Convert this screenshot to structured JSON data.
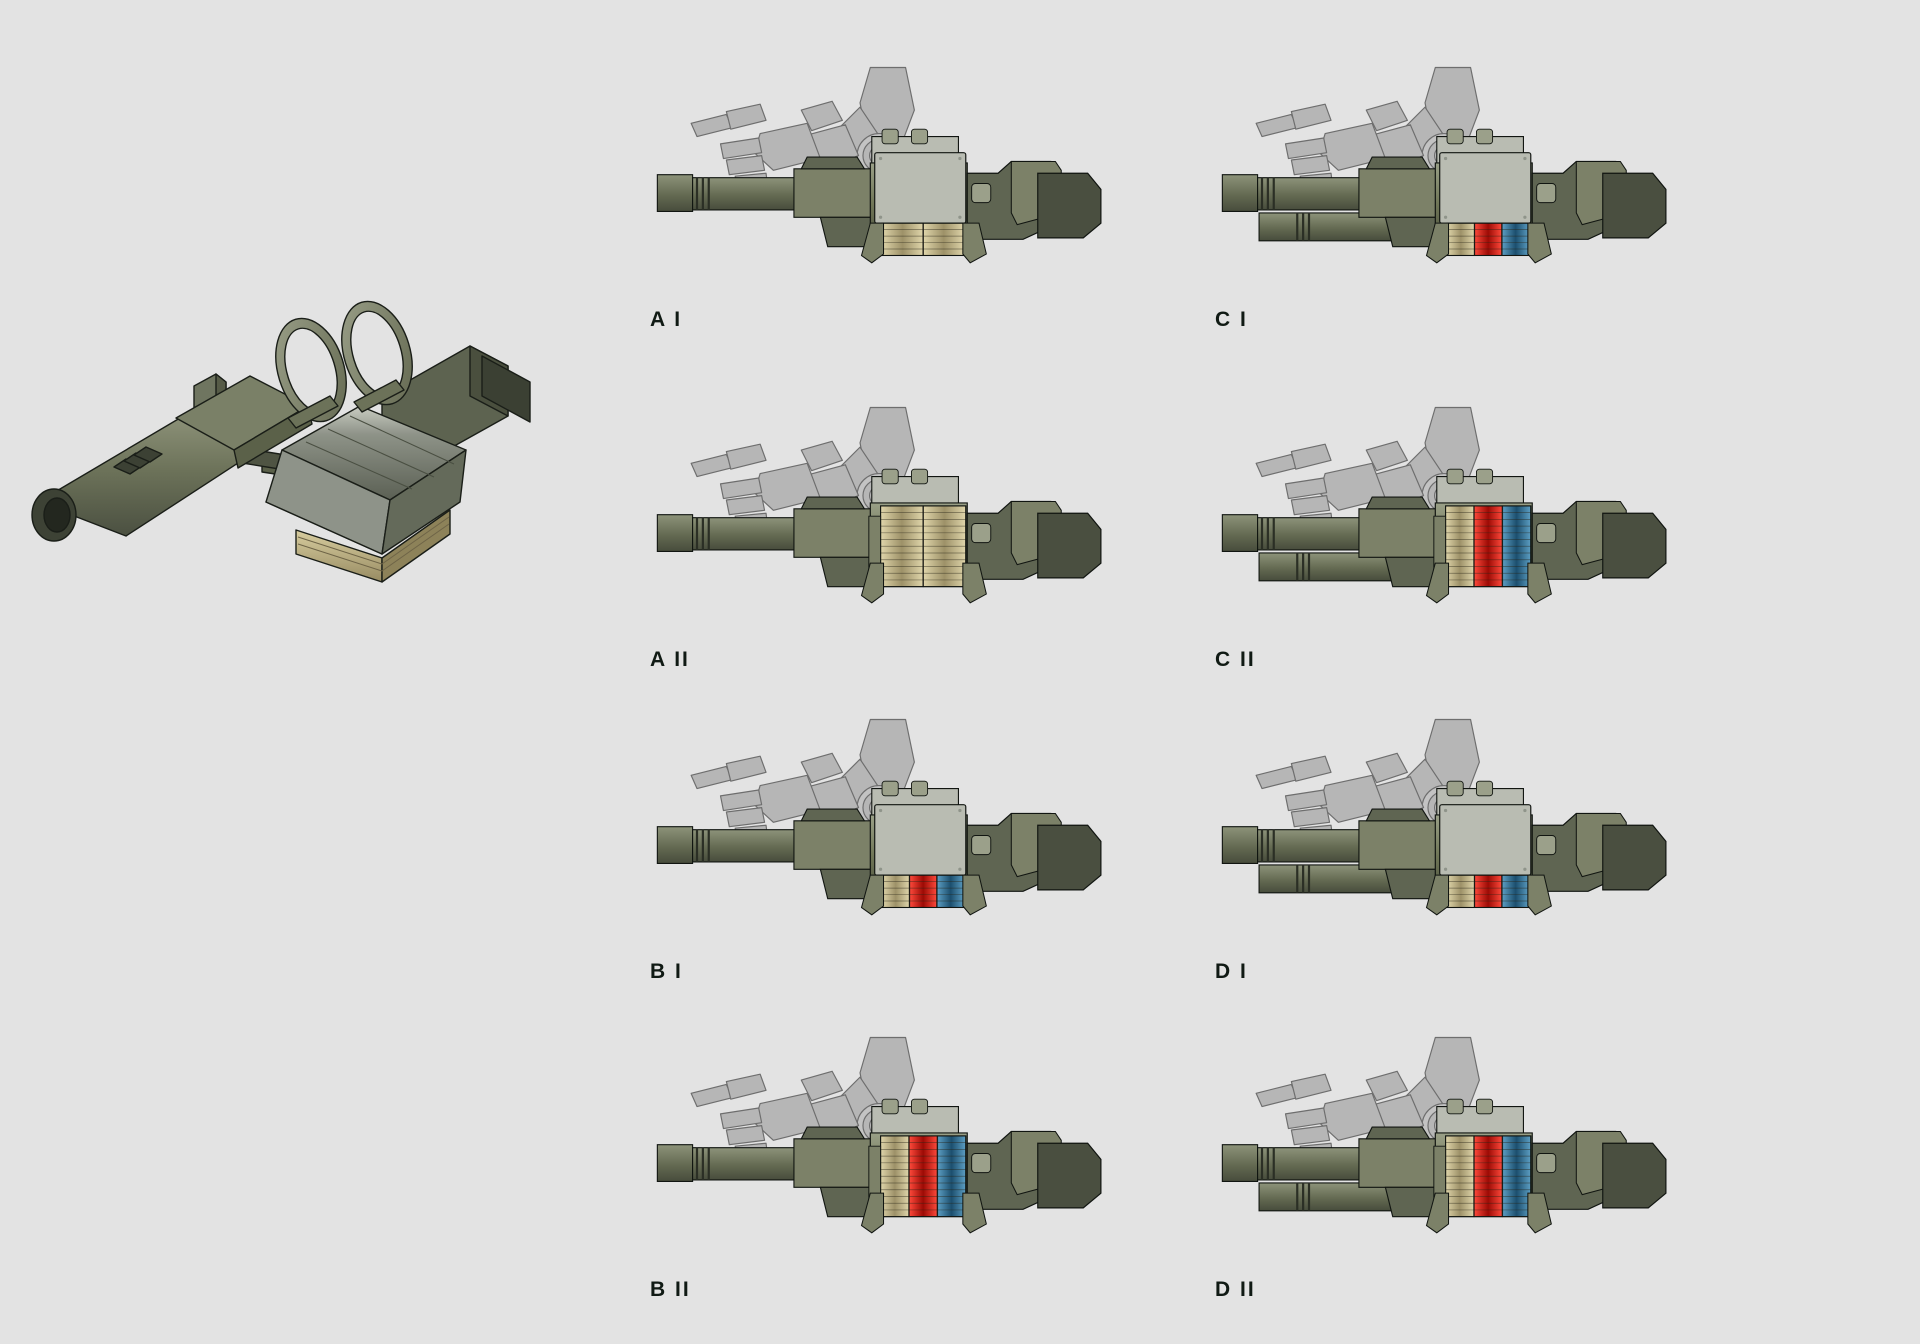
{
  "sheet": {
    "background_color": "#e3e3e3",
    "title_visible": false
  },
  "palette": {
    "olive_dark": "#4e5345",
    "olive_mid": "#5f6552",
    "olive_light": "#7c8168",
    "olive_pale": "#9ba08a",
    "body_light": "#aab09a",
    "panel_grey": "#b9bcb2",
    "arm_grey": "#b6b6b6",
    "arm_outline": "#6e6e6e",
    "ammo_tan": "#cbbf92",
    "ammo_tan_dark": "#9c9068",
    "ammo_red": "#d41c13",
    "ammo_blue": "#2f6f94",
    "outline": "#111511"
  },
  "hero": {
    "name": "hero-weapon-render",
    "description_visible": false
  },
  "variants": [
    {
      "id": "A-I",
      "label": "A I",
      "column": "left",
      "row": 0,
      "barrel": "single",
      "magazine": "compact",
      "cover_panel": true,
      "ammo_stripes": [
        "tan",
        "tan"
      ]
    },
    {
      "id": "A-II",
      "label": "A II",
      "column": "left",
      "row": 1,
      "barrel": "single",
      "magazine": "extended",
      "cover_panel": false,
      "ammo_stripes": [
        "tan",
        "tan"
      ]
    },
    {
      "id": "B-I",
      "label": "B I",
      "column": "left",
      "row": 2,
      "barrel": "single",
      "magazine": "compact",
      "cover_panel": true,
      "ammo_stripes": [
        "tan",
        "red",
        "blue"
      ]
    },
    {
      "id": "B-II",
      "label": "B II",
      "column": "left",
      "row": 3,
      "barrel": "single",
      "magazine": "extended",
      "cover_panel": false,
      "ammo_stripes": [
        "tan",
        "red",
        "blue"
      ]
    },
    {
      "id": "C-I",
      "label": "C I",
      "column": "right",
      "row": 0,
      "barrel": "dual",
      "magazine": "compact",
      "cover_panel": true,
      "ammo_stripes": [
        "tan",
        "red",
        "blue"
      ]
    },
    {
      "id": "C-II",
      "label": "C II",
      "column": "right",
      "row": 1,
      "barrel": "dual",
      "magazine": "extended",
      "cover_panel": false,
      "ammo_stripes": [
        "tan",
        "red",
        "blue"
      ]
    },
    {
      "id": "D-I",
      "label": "D I",
      "column": "right",
      "row": 2,
      "barrel": "dual",
      "magazine": "compact",
      "cover_panel": true,
      "ammo_stripes": [
        "tan",
        "red",
        "blue"
      ]
    },
    {
      "id": "D-II",
      "label": "D II",
      "column": "right",
      "row": 3,
      "barrel": "dual",
      "magazine": "extended",
      "cover_panel": false,
      "ammo_stripes": [
        "tan",
        "red",
        "blue"
      ]
    }
  ]
}
